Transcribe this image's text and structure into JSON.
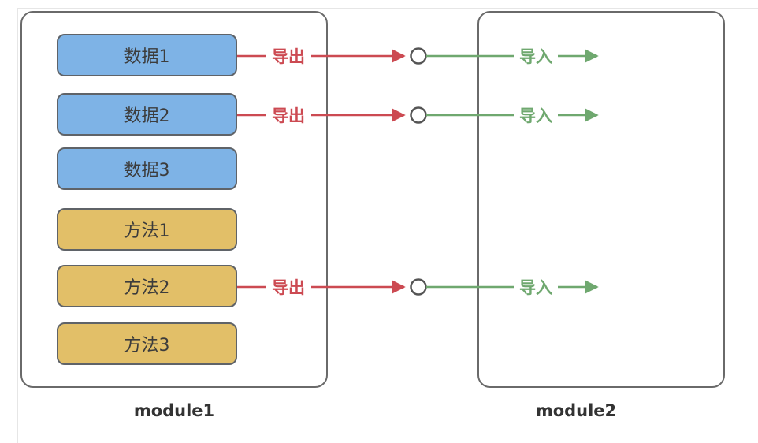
{
  "modules": {
    "module1": "module1",
    "module2": "module2"
  },
  "items": [
    {
      "label": "数据1",
      "kind": "data"
    },
    {
      "label": "数据2",
      "kind": "data"
    },
    {
      "label": "数据3",
      "kind": "data"
    },
    {
      "label": "方法1",
      "kind": "method"
    },
    {
      "label": "方法2",
      "kind": "method"
    },
    {
      "label": "方法3",
      "kind": "method"
    }
  ],
  "links": [
    {
      "from": "数据1",
      "export_label": "导出",
      "import_label": "导入"
    },
    {
      "from": "数据2",
      "export_label": "导出",
      "import_label": "导入"
    },
    {
      "from": "方法2",
      "export_label": "导出",
      "import_label": "导入"
    }
  ],
  "colors": {
    "data_fill": "#7eb3e6",
    "method_fill": "#e2bf68",
    "export": "#cc4a52",
    "import": "#6fa86f",
    "border": "#6a6a6a"
  }
}
